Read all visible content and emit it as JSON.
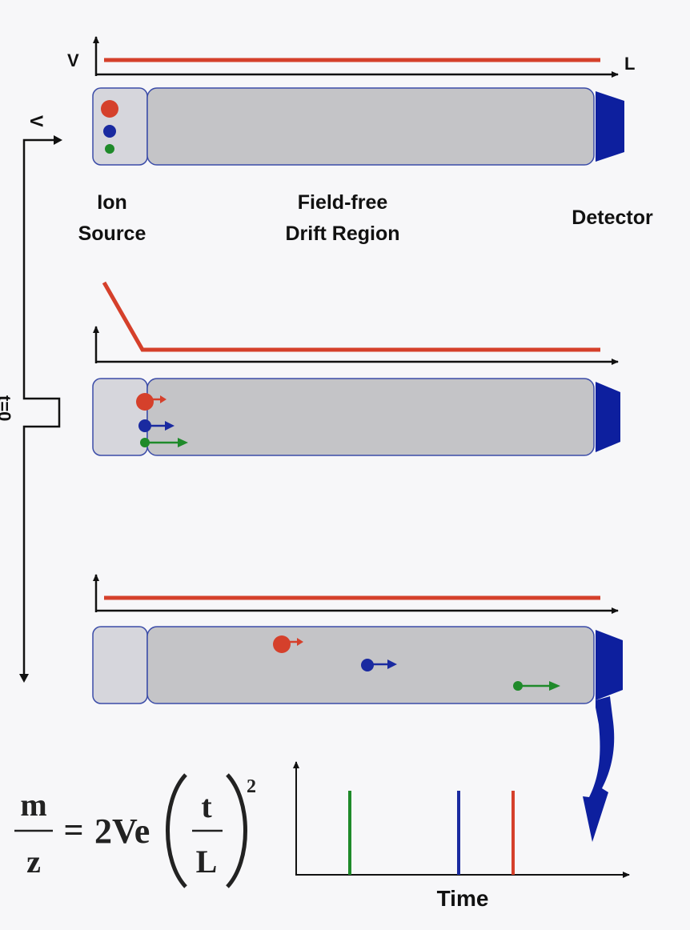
{
  "top_axes": {
    "y_label": "V",
    "x_label": "L"
  },
  "labels": {
    "ion_source": [
      "Ion",
      "Source"
    ],
    "drift_region": [
      "Field-free",
      "Drift Region"
    ],
    "detector": "Detector"
  },
  "timing_axis": {
    "label_top": "V",
    "label_mid": "t=0"
  },
  "spectrum": {
    "x_label": "Time"
  },
  "equation": {
    "numerator": "m",
    "denominator": "z",
    "equals": "=",
    "coefficient": "2Ve",
    "frac_num": "t",
    "frac_den": "L",
    "exponent": "2"
  },
  "colors": {
    "potential": "#d5402b",
    "ion_heavy": "#d5402b",
    "ion_medium": "#1a2aa0",
    "ion_light": "#1f8a2a",
    "tube_fill": "#c4c4c7",
    "source_fill": "#d6d6dc",
    "tube_stroke": "#3b4ca8",
    "detector": "#0d1f9e"
  }
}
